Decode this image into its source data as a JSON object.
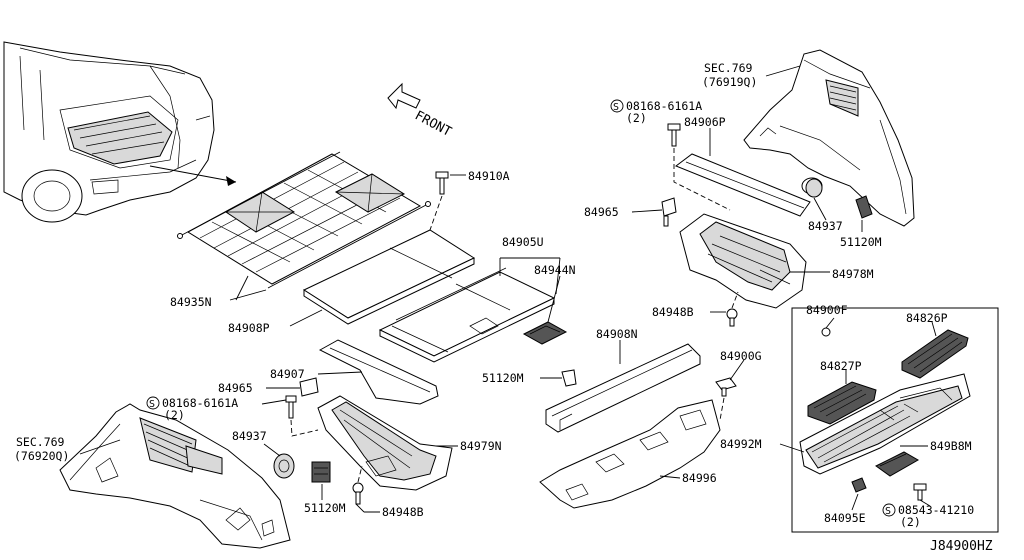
{
  "diagram_id": "J84900HZ",
  "front_label": "FRONT",
  "parts": {
    "p84910A": "84910A",
    "p84935N": "84935N",
    "p84908P": "84908P",
    "p84905U": "84905U",
    "p84944N": "84944N",
    "p84907": "84907",
    "p84965_left": "84965",
    "screw_left_code": "08168-6161A",
    "screw_left_qty": "(2)",
    "sec_left": "SEC.769",
    "sec_left_ref": "(76920Q)",
    "p84937_left": "84937",
    "p51120M_left": "51120M",
    "p84948B_left": "84948B",
    "p84979N": "84979N",
    "p51120M_mid": "51120M",
    "p84908N": "84908N",
    "p84900G": "84900G",
    "p84992M": "84992M",
    "p84996": "84996",
    "sec_right": "SEC.769",
    "sec_right_ref": "(76919Q)",
    "screw_right_code": "08168-6161A",
    "screw_right_qty": "(2)",
    "p84906P": "84906P",
    "p84965_right": "84965",
    "p84937_right": "84937",
    "p51120M_right": "51120M",
    "p84978M": "84978M",
    "p84948B_right": "84948B",
    "p84900F": "84900F",
    "p84826P": "84826P",
    "p84827P": "84827P",
    "p849B8M": "849B8M",
    "p84095E": "84095E",
    "screw_br_code": "08543-41210",
    "screw_br_qty": "(2)",
    "s_symbol": "S"
  }
}
